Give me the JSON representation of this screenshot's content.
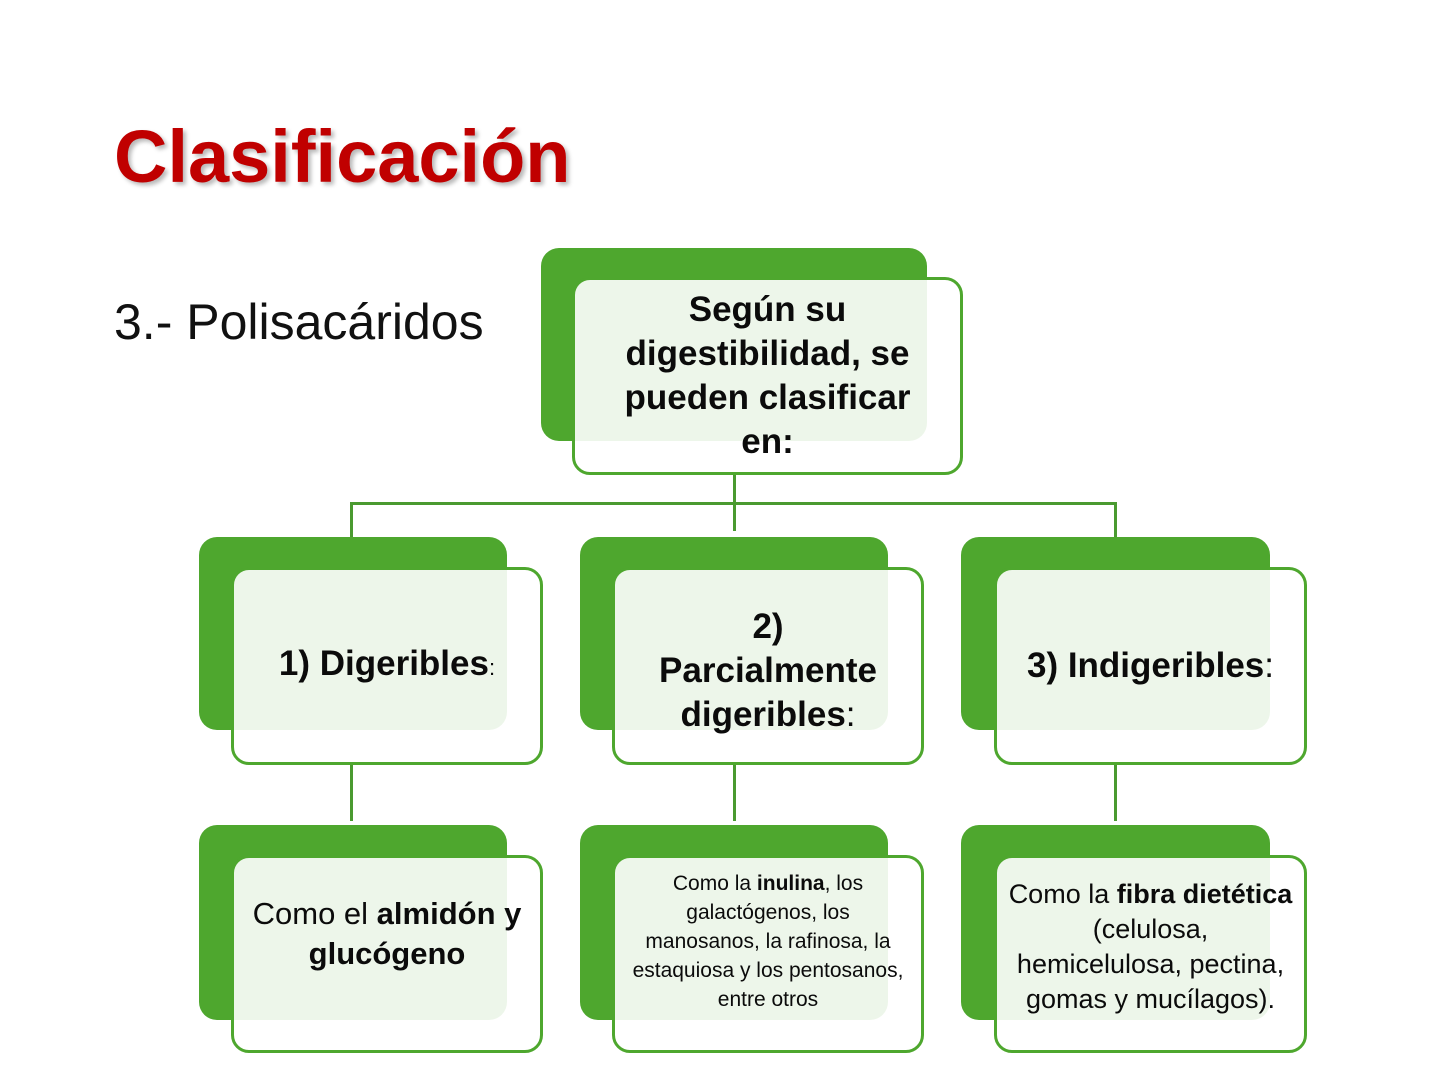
{
  "slide": {
    "title": "Clasificación",
    "subtitle": "3.- Polisacáridos",
    "colors": {
      "title": "#C00000",
      "node_fill": "#4EA72E",
      "node_border": "#4EA72E",
      "connector": "#4A9A30",
      "text": "#0b0b0b"
    }
  },
  "diagram": {
    "root": {
      "label": "Según su digestibilidad, se pueden clasificar en:"
    },
    "categories": [
      {
        "label": "1) Digeribles",
        "colon": ":",
        "examples": {
          "prefix": "Como el ",
          "bold": "almidón y glucógeno",
          "suffix": ""
        }
      },
      {
        "label": "2) Parcialmente digeribles",
        "colon": ":",
        "examples": {
          "prefix": "Como la ",
          "bold": "inulina",
          "suffix": ", los galactógenos, los manosanos, la rafinosa, la estaquiosa y los pentosanos, entre otros"
        }
      },
      {
        "label": "3) Indigeribles",
        "colon": ":",
        "examples": {
          "prefix": "Como la ",
          "bold": "fibra dietética",
          "suffix": " (celulosa, hemicelulosa, pectina, gomas y mucílagos)."
        }
      }
    ]
  }
}
